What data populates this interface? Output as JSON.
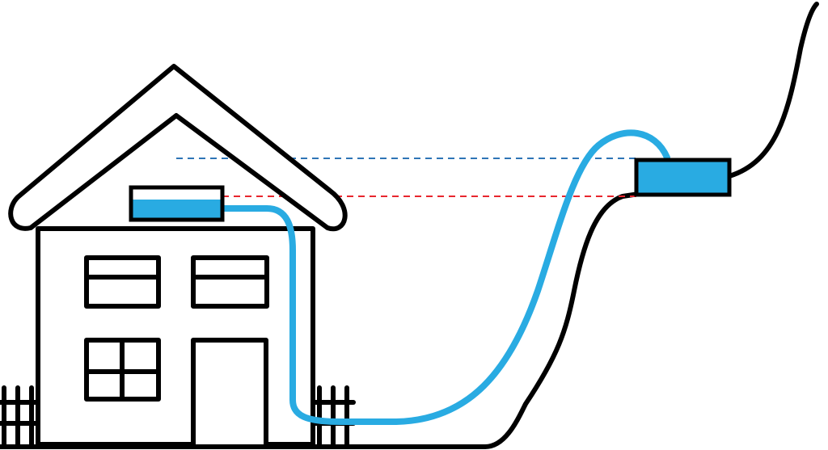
{
  "diagram": {
    "colors": {
      "outline": "#000000",
      "water": "#29ABE2",
      "upper_level_line": "#2E75B6",
      "lower_level_line": "#E8262E",
      "background": "#FFFFFF"
    },
    "elements": {
      "house": "house",
      "house_tank": "storage-tank",
      "reservoir_tank": "reservoir-tank",
      "pipe": "water-pipe",
      "ground": "hill-terrain",
      "fences": "fence"
    },
    "water_fill_level": {
      "house_tank": 0.55,
      "reservoir_tank": 1.0
    }
  }
}
